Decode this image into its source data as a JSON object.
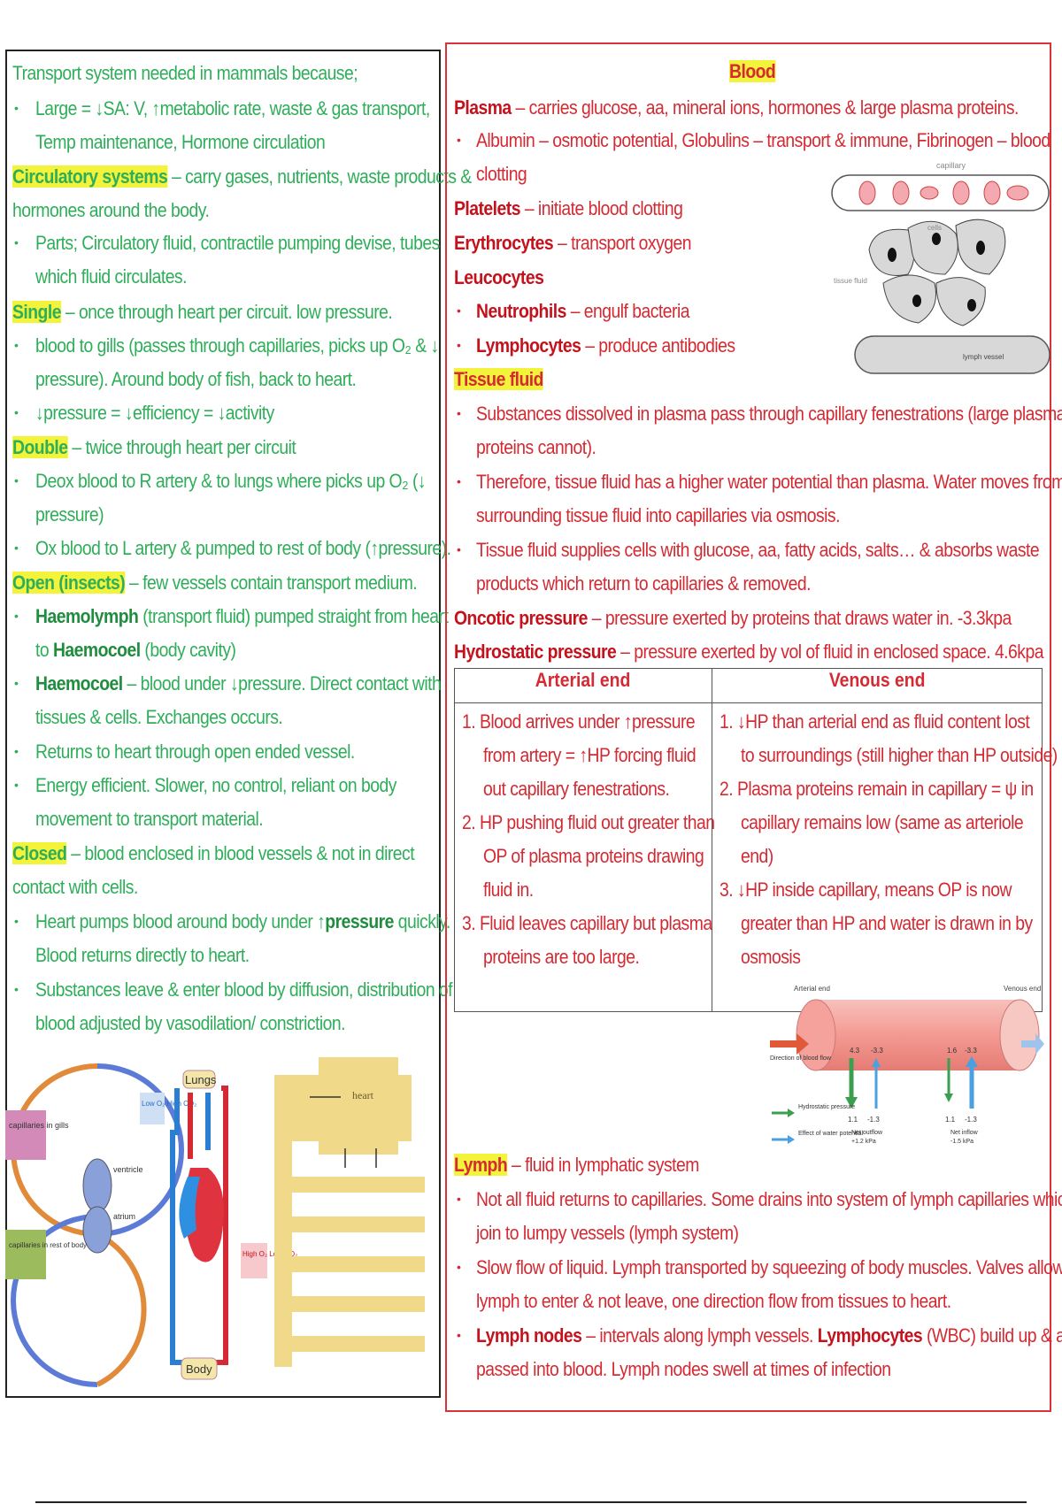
{
  "left": {
    "intro": "Transport system needed in mammals because;",
    "b1_l1": "Large = ↓SA: V, ↑metabolic rate, waste & gas transport,",
    "b1_l2": "Temp maintenance, Hormone circulation",
    "circ_title": "Circulatory systems",
    "circ_l1": " – carry gases, nutrients, waste products &",
    "circ_l2": "hormones around the body.",
    "parts_l1": "Parts; Circulatory fluid, contractile pumping devise, tubes",
    "parts_l2": "which fluid circulates.",
    "single_title": "Single",
    "single_l1": " – once through heart per circuit. low pressure.",
    "gills_l1": "blood to gills (passes through capillaries, picks up O₂ & ↓",
    "gills_l2": "pressure). Around body of fish, back to heart.",
    "eff": "↓pressure = ↓efficiency = ↓activity",
    "double_title": "Double",
    "double_l1": " – twice through heart per circuit",
    "deox_l1": "Deox blood to R artery & to lungs where picks up O₂ (↓",
    "deox_l2": "pressure)",
    "ox": "Ox blood to L artery & pumped to rest of body (↑pressure).",
    "open_title": "Open (insects)",
    "open_l1": " – few vessels contain transport medium.",
    "haemo_b": "Haemolymph",
    "haemo_l1": " (transport fluid) pumped straight from heart",
    "haemo_to": "to ",
    "haemocoel_b": "Haemocoel",
    "haemo_l2": " (body cavity)",
    "hc_b": "Haemocoel",
    "hc_l1": " – blood under ↓pressure. Direct contact with",
    "hc_l2": "tissues & cells. Exchanges occurs.",
    "returns": "Returns to heart through open ended vessel.",
    "energy_l1": "Energy efficient. Slower, no control, reliant on body",
    "energy_l2": "movement to transport material.",
    "closed_title": "Closed",
    "closed_l1": " – blood enclosed in blood vessels & not in direct",
    "closed_l2": "contact with cells.",
    "heart_l1a": "Heart pumps blood around body under ↑",
    "heart_bold": "pressure",
    "heart_l1b": " quickly.",
    "heart_l2": "Blood returns directly to heart.",
    "subs_l1": "Substances leave & enter blood by diffusion, distribution of",
    "subs_l2": "blood adjusted by vasodilation/ constriction.",
    "diagrams": {
      "cap_gills": "capillaries in gills",
      "cap_body": "capillaries in rest of body",
      "ventricle": "ventricle",
      "atrium": "atrium",
      "lungs": "Lungs",
      "body": "Body",
      "low_o2": "Low O₂ High CO₂",
      "high_o2": "High O₂ Low CO₂",
      "heart": "heart"
    }
  },
  "right": {
    "title": "Blood",
    "plasma_b": "Plasma",
    "plasma_l1": " – carries glucose, aa, mineral ions, hormones & large plasma proteins.",
    "alb_l1": "Albumin – osmotic potential, Globulins – transport & immune, Fibrinogen – blood",
    "alb_l2": "clotting",
    "platelets_b": "Platelets",
    "platelets_l": " – initiate blood clotting",
    "ery_b": "Erythrocytes",
    "ery_l": " – transport oxygen",
    "leu_b": "Leucocytes",
    "neu_b": "Neutrophils",
    "neu_l": " – engulf bacteria",
    "lym_b": "Lymphocytes",
    "lym_l": " – produce antibodies",
    "tissue_title": "Tissue fluid",
    "tf1_l1": "Substances dissolved in plasma pass through capillary fenestrations (large plasma",
    "tf1_l2": "proteins cannot).",
    "tf2_l1": "Therefore, tissue fluid has a higher water potential than plasma. Water moves from",
    "tf2_l2": "surrounding tissue fluid into capillaries via osmosis.",
    "tf3_l1": "Tissue fluid supplies cells with glucose, aa, fatty acids, salts… & absorbs waste",
    "tf3_l2": "products which return to capillaries & removed.",
    "onc_b": "Oncotic pressure",
    "onc_l": " – pressure exerted by proteins that draws water in. -3.3kpa",
    "hyd_b": "Hydrostatic pressure",
    "hyd_l": " – pressure exerted by vol of fluid in enclosed space. 4.6kpa",
    "table": {
      "h1": "Arterial end",
      "h2": "Venous end",
      "a1_l1": "1.   Blood arrives under ↑pressure",
      "a1_l2": "from artery = ↑HP forcing fluid",
      "a1_l3": "out capillary fenestrations.",
      "a2_l1": "2.   HP pushing fluid out greater than",
      "a2_l2": "OP of plasma proteins drawing",
      "a2_l3": "fluid in.",
      "a3_l1": "3.   Fluid leaves capillary but plasma",
      "a3_l2": "proteins are too large.",
      "v1_l1": "1.   ↓HP than arterial end as fluid content lost",
      "v1_l2": "to surroundings (still higher than HP outside)",
      "v2_l1": "2.   Plasma proteins remain in capillary = ψ in",
      "v2_l2": "capillary remains low (same as arteriole",
      "v2_l3": "end)",
      "v3_l1": "3.   ↓HP inside capillary, means OP is now",
      "v3_l2": "greater than HP and water is drawn in by",
      "v3_l3": "osmosis"
    },
    "lymph_b": "Lymph",
    "lymph_l": " – fluid in lymphatic system",
    "ly1_l1": "Not all fluid returns to capillaries. Some drains into system of lymph capillaries which",
    "ly1_l2": "join to lumpy vessels (lymph system)",
    "ly2_l1": "Slow flow of liquid. Lymph transported by squeezing of body muscles. Valves allow",
    "ly2_l2": "lymph to enter & not leave, one direction flow from tissues to heart.",
    "ln_b": "Lymph nodes",
    "ln_l1": " – intervals along lymph vessels. ",
    "ln_b2": "Lymphocytes",
    "ln_l1b": " (WBC) build up & are",
    "ln_l2": "passed into blood. Lymph nodes swell at times of infection",
    "fig1": {
      "capillary": "capillary",
      "cells": "cells",
      "tissue_fluid": "tissue fluid",
      "lymph_vessel": "lymph vessel"
    },
    "fig2": {
      "arterial": "Arterial end",
      "venous": "Venous end",
      "dir": "Direction of blood flow",
      "hydro": "Hydrostatic pressure",
      "water": "Effect of water potential",
      "v43": "4.3",
      "vm33a": "-3.3",
      "v16": "1.6",
      "vm33b": "-3.3",
      "v11a": "1.1",
      "vm13a": "-1.3",
      "v11b": "1.1",
      "vm13b": "-1.3",
      "outflow": "Net outflow",
      "outval": "+1.2 kPa",
      "inflow": "Net inflow",
      "inval": "-1.5 kPa"
    }
  }
}
